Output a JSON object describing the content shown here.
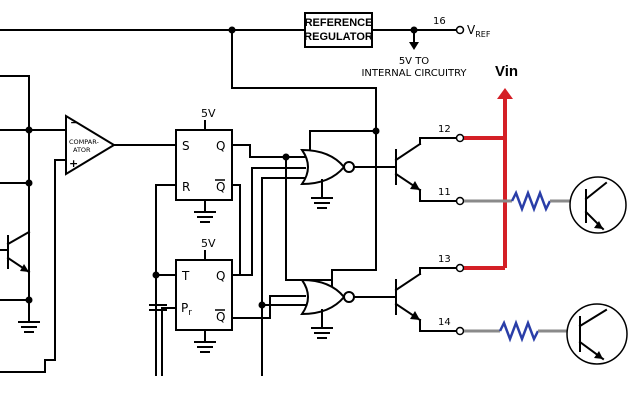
{
  "reference_regulator": {
    "line1": "REFERENCE",
    "line2": "REGULATOR"
  },
  "pins": {
    "p16": "16",
    "p12": "12",
    "p11": "11",
    "p13": "13",
    "p14": "14"
  },
  "vref": {
    "v": "V",
    "sub": "REF"
  },
  "internal": {
    "line1": "5V TO",
    "line2": "INTERNAL CIRCUITRY"
  },
  "vin_label": "Vin",
  "comparator": {
    "line1": "COMPAR-",
    "line2": "ATOR",
    "minus": "−",
    "plus": "+"
  },
  "ff_sr": {
    "supply": "5V",
    "s": "S",
    "r": "R",
    "q": "Q",
    "qbar": "Q"
  },
  "ff_t": {
    "supply": "5V",
    "t": "T",
    "pr_p": "P",
    "pr_r": "r",
    "q": "Q",
    "qbar": "Q"
  },
  "colors": {
    "vin_wire": "#d41f26",
    "resistor": "#2a3ea8",
    "output_wire": "#8a8a8a",
    "wire": "#000000"
  }
}
